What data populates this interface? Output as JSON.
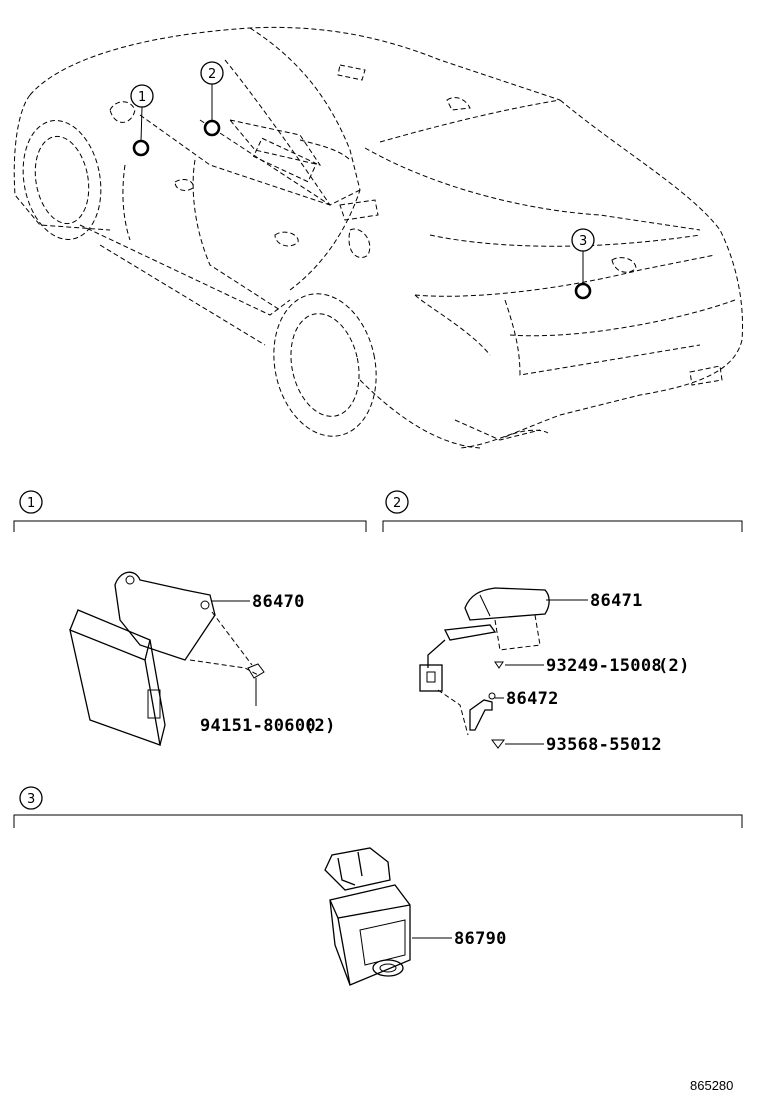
{
  "callouts": [
    "1",
    "2",
    "3"
  ],
  "sections": [
    {
      "number": "1",
      "parts": [
        {
          "part_number": "86470"
        },
        {
          "part_number": "94151-80600",
          "qty": "(2)"
        }
      ]
    },
    {
      "number": "2",
      "parts": [
        {
          "part_number": "86471"
        },
        {
          "part_number": "93249-15008",
          "qty": "(2)"
        },
        {
          "part_number": "86472"
        },
        {
          "part_number": "93568-55012"
        }
      ]
    },
    {
      "number": "3",
      "parts": [
        {
          "part_number": "86790"
        }
      ]
    }
  ],
  "diagram_ref": "865280"
}
